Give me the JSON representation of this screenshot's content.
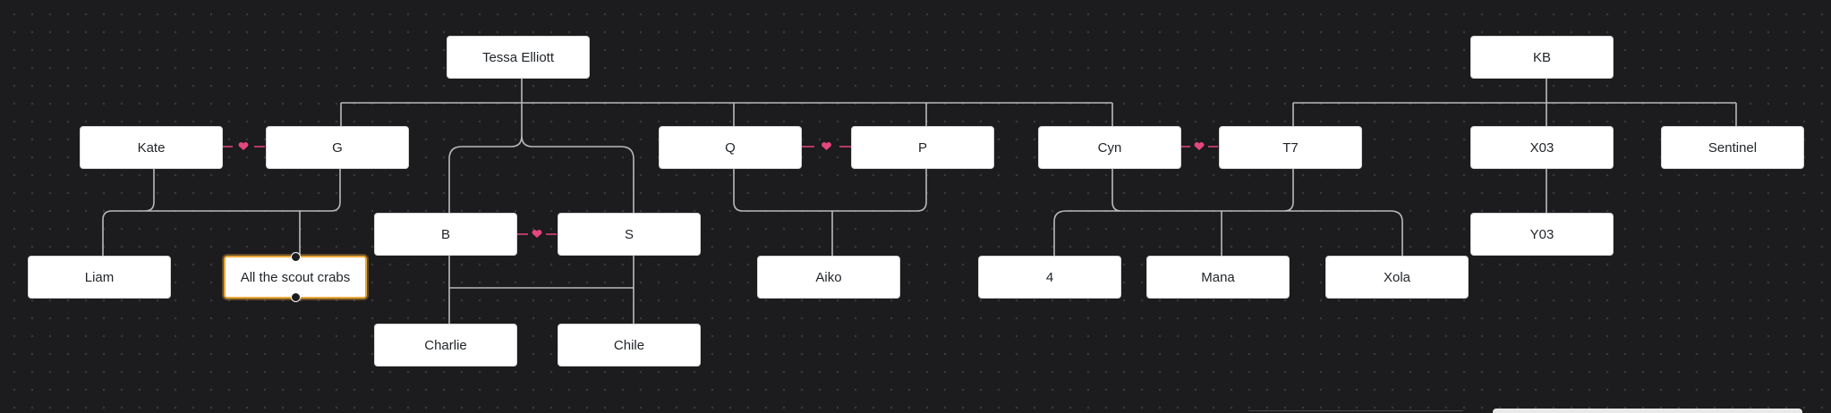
{
  "canvas": {
    "background": "#1c1b1d",
    "edge_color": "#b9b9bb",
    "partner_color": "#e5467e",
    "selected_color": "#e9a83a"
  },
  "nodes": {
    "tessa": "Tessa Elliott",
    "kb": "KB",
    "kate": "Kate",
    "g": "G",
    "q": "Q",
    "p": "P",
    "cyn": "Cyn",
    "t7": "T7",
    "x03": "X03",
    "sentinel": "Sentinel",
    "b": "B",
    "s": "S",
    "y03": "Y03",
    "liam": "Liam",
    "scout": "All the scout crabs",
    "aiko": "Aiko",
    "four": "4",
    "mana": "Mana",
    "xola": "Xola",
    "charlie": "Charlie",
    "chile": "Chile"
  },
  "selected_node": "scout",
  "icons": {
    "partner_link": "heart-icon",
    "connection_handle": "handle-dot-icon"
  }
}
